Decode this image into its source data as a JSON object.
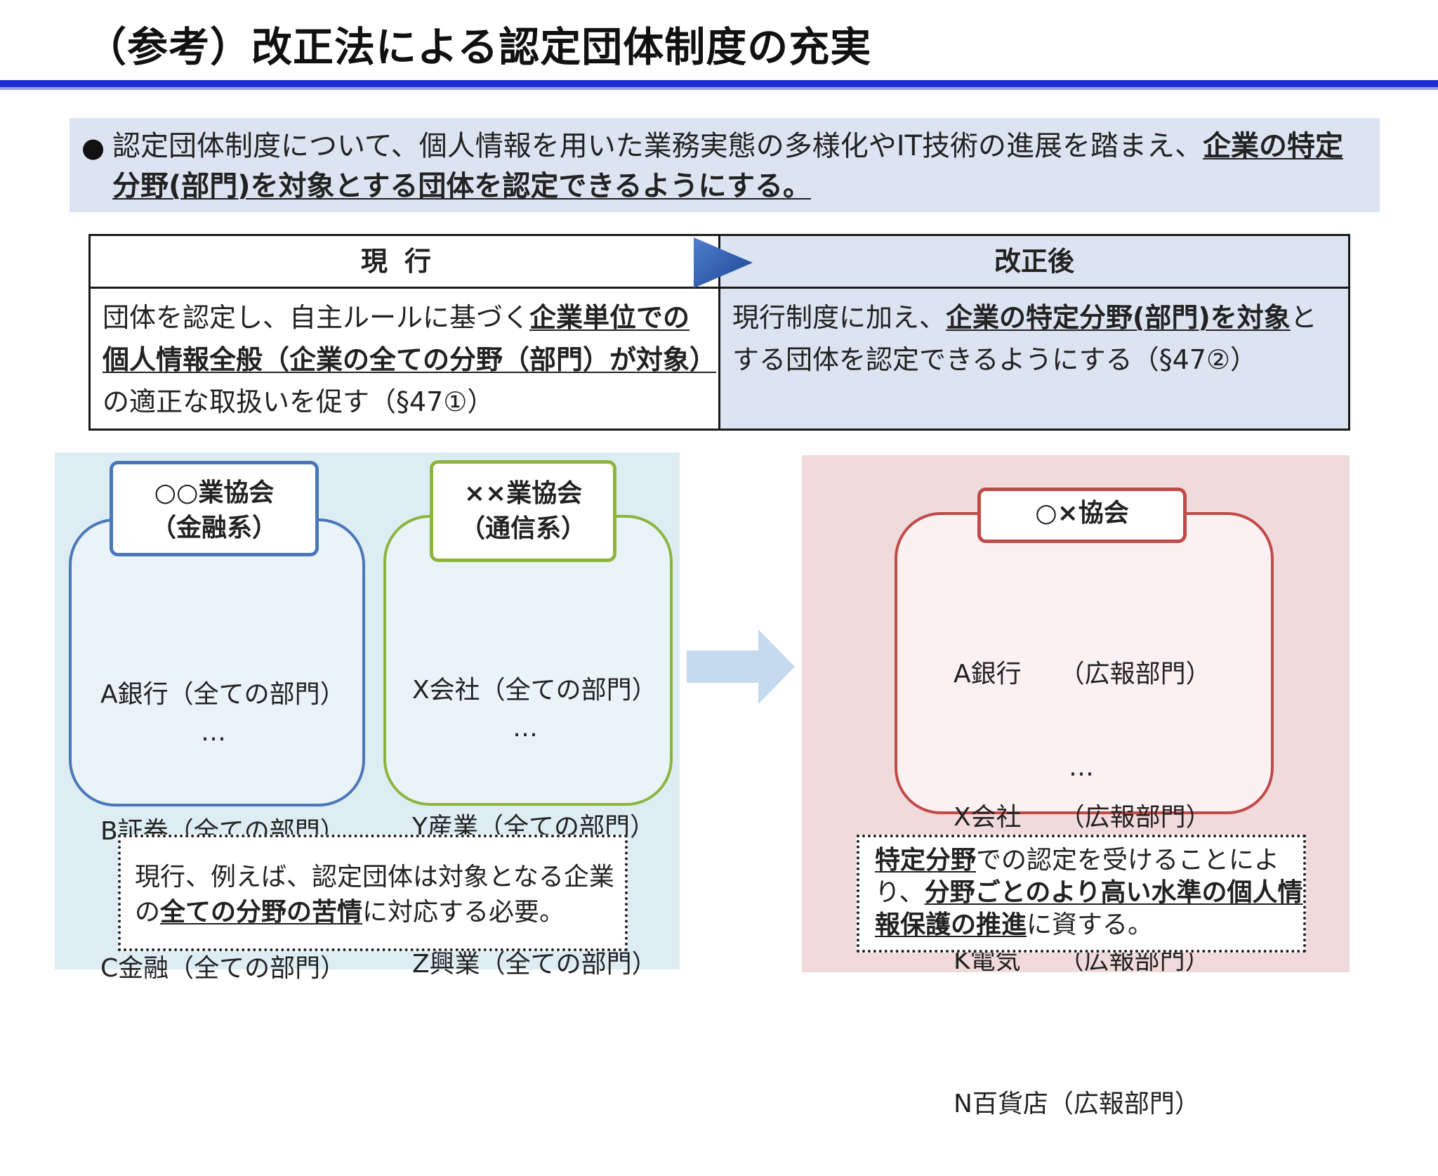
{
  "title": "（参考）改正法による認定団体制度の充実",
  "summary": {
    "bullet": "●",
    "text_plain": "認定団体制度について、個人情報を用いた業務実態の多様化やIT技術の進展を踏まえ、",
    "text_emphasis": "企業の特定分野(部門)を対象とする団体を認定できるようにする。"
  },
  "comparison": {
    "current_header": "現行",
    "revised_header": "改正後",
    "current_text_1": "団体を認定し、自主ルールに基づく",
    "current_text_emphasis": "企業単位での個人情報全般（企業の全ての分野（部門）が対象）",
    "current_text_2": "の適正な取扱いを促す（§47①）",
    "revised_text_1": "現行制度に加え、",
    "revised_text_emphasis": "企業の特定分野(部門)を対象",
    "revised_text_2": "とする団体を認定できるようにする（§47②）"
  },
  "group_finance": {
    "name_line1": "○○業協会",
    "name_line2": "（金融系）",
    "members": [
      "A銀行（全ての部門）",
      "B証券（全ての部門）",
      "C金融（全ての部門）"
    ],
    "ellipsis": "…"
  },
  "group_telecom": {
    "name_line1": "××業協会",
    "name_line2": "（通信系）",
    "members": [
      "X会社（全ての部門）",
      "Y産業（全ての部門）",
      "Z興業（全ての部門）"
    ],
    "ellipsis": "…"
  },
  "group_revised": {
    "name": "○×協会",
    "members": [
      "A銀行　　（広報部門）",
      "X会社　　（広報部門）",
      "K電気　　（広報部門）",
      "N百貨店（広報部門）"
    ],
    "ellipsis": "…"
  },
  "note_current": {
    "text_1": "現行、例えば、認定団体は対象となる企業の",
    "text_emphasis": "全ての分野の苦情",
    "text_2": "に対応する必要。"
  },
  "note_revised": {
    "emphasis_1": "特定分野",
    "text_1": "での認定を受けることにより、",
    "emphasis_2": "分野ごとのより高い水準の個人情報保護の推進",
    "text_2": "に資する。"
  },
  "colors": {
    "title_rule": "#1a2ed6",
    "summary_bg": "#dce4f1",
    "panel_current_bg": "#deedf3",
    "panel_revised_bg": "#f0dadb",
    "finance_border": "#4a77b8",
    "telecom_border": "#8db53e",
    "revised_border": "#c04a48",
    "table_arrow": "#2f5aa8",
    "big_arrow": "#c5d9ef"
  }
}
